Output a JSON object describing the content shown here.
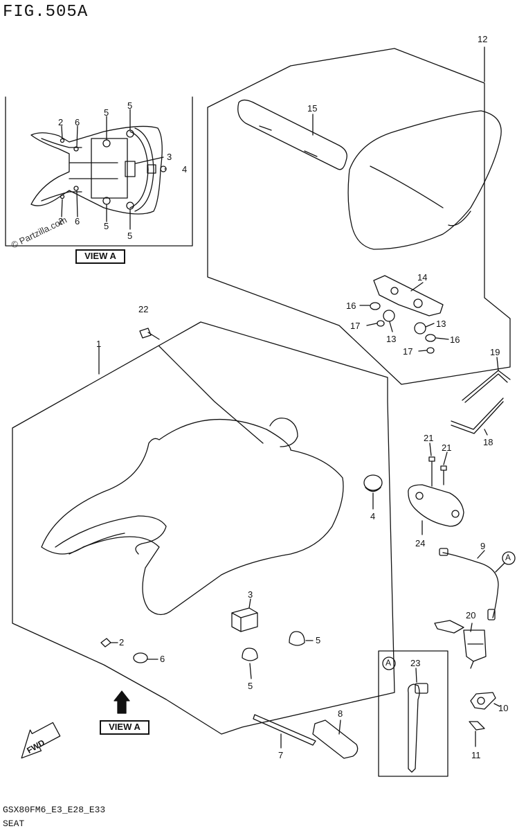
{
  "figure": {
    "title": "FIG.505A",
    "view_label": "VIEW A",
    "watermark": "© Partzilla.com",
    "footer_code": "GSX80FM6_E3_E28_E33",
    "footer_title": "SEAT",
    "fwd_label": "FWD",
    "inset_letter": "A"
  },
  "callouts": {
    "c1": "1",
    "c2": "2",
    "c3": "3",
    "c4": "4",
    "c5": "5",
    "c6": "6",
    "c7": "7",
    "c8": "8",
    "c9": "9",
    "c10": "10",
    "c11": "11",
    "c12": "12",
    "c13": "13",
    "c14": "14",
    "c15": "15",
    "c16": "16",
    "c17": "17",
    "c18": "18",
    "c19": "19",
    "c20": "20",
    "c21": "21",
    "c22": "22",
    "c23": "23",
    "c24": "24"
  }
}
